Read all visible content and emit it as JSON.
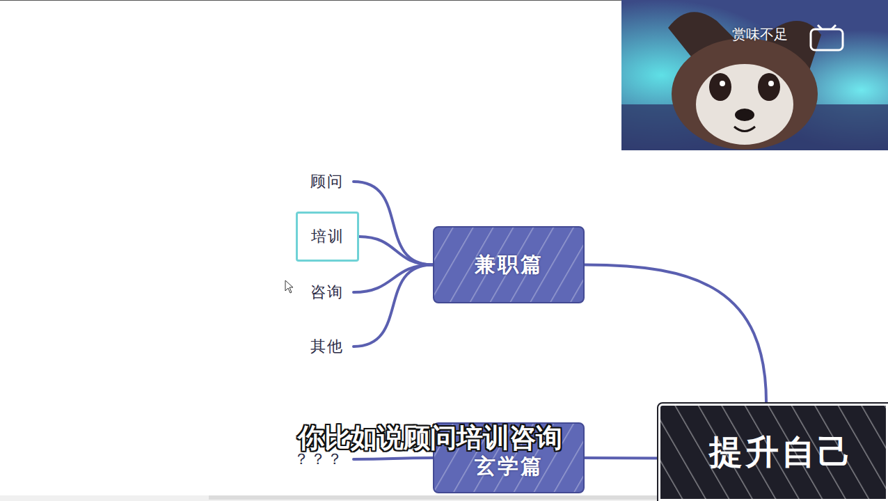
{
  "diagram": {
    "nodes": [
      {
        "text": [
          "顾问"
        ]
      },
      {
        "text": [
          "培训"
        ]
      },
      {
        "text": [
          "咨询"
        ]
      },
      {
        "text": [
          "其他"
        ]
      },
      {
        "text": [
          "兼职篇"
        ]
      },
      {
        "text": [
          "？？？"
        ]
      },
      {
        "text": [
          "玄学篇"
        ]
      },
      {
        "text": [
          "提升自己"
        ]
      }
    ],
    "edges": [
      {
        "from": 4,
        "to": 0,
        "arrow": "none"
      },
      {
        "from": 4,
        "to": 1,
        "arrow": "none"
      },
      {
        "from": 4,
        "to": 2,
        "arrow": "none"
      },
      {
        "from": 4,
        "to": 3,
        "arrow": "none"
      },
      {
        "from": 7,
        "to": 4,
        "arrow": "none"
      },
      {
        "from": 7,
        "to": 6,
        "arrow": "none"
      },
      {
        "from": 6,
        "to": 5,
        "arrow": "none"
      }
    ],
    "labels": [
      "赏味不足",
      "你比如说顾问培训咨询"
    ]
  }
}
